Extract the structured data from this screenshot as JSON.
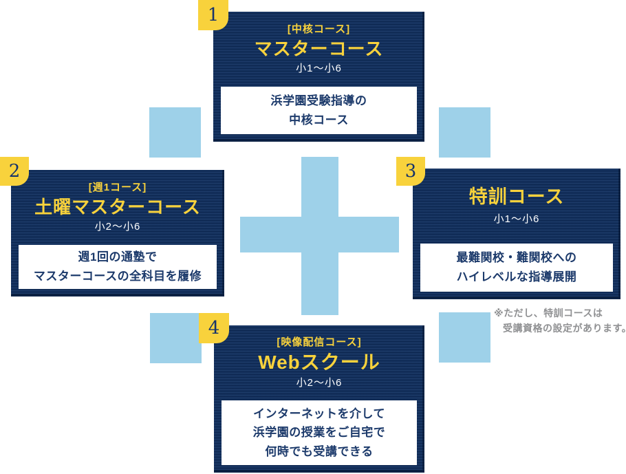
{
  "diagram_title": "course-structure-diagram",
  "courses": [
    {
      "number": "1",
      "subtitle": "[中核コース]",
      "title": "マスターコース",
      "grade": "小1〜小6",
      "desc": [
        "浜学園受験指導の",
        "中核コース"
      ]
    },
    {
      "number": "2",
      "subtitle": "[週1コース]",
      "title": "土曜マスターコース",
      "grade": "小2〜小6",
      "desc": [
        "週1回の通塾で",
        "マスターコースの全科目を履修"
      ]
    },
    {
      "number": "3",
      "subtitle": "",
      "title": "特訓コース",
      "grade": "小1〜小6",
      "desc": [
        "最難関校・難関校への",
        "ハイレベルな指導展開"
      ]
    },
    {
      "number": "4",
      "subtitle": "[映像配信コース]",
      "title": "Webスクール",
      "grade": "小2〜小6",
      "desc": [
        "インターネットを介して",
        "浜学園の授業をご自宅で",
        "何時でも受講できる"
      ]
    }
  ],
  "note": [
    "※ただし、特訓コースは",
    "受講資格の設定があります。"
  ],
  "icons": {
    "plus_icon": "plus-icon"
  },
  "colors": {
    "card_navy": "#12305e",
    "accent_yellow": "#f8d23c",
    "connector_light_blue": "#9ed1e9",
    "desc_text_navy": "#1c3a6b",
    "note_gray": "#8f9092",
    "white": "#ffffff"
  }
}
